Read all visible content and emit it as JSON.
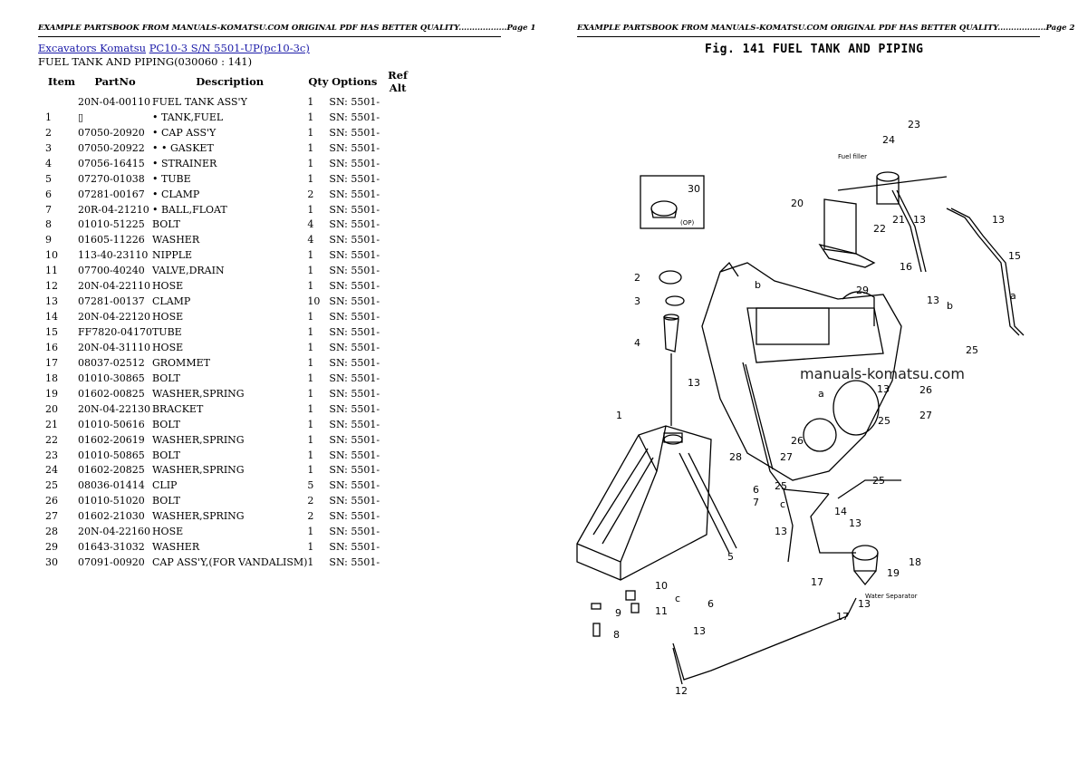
{
  "header": {
    "left_text": "EXAMPLE PARTSBOOK FROM MANUALS-KOMATSU.COM ORIGINAL PDF HAS BETTER QUALITY..................Page 1",
    "right_text": "EXAMPLE PARTSBOOK FROM MANUALS-KOMATSU.COM ORIGINAL PDF HAS BETTER QUALITY..................Page 2"
  },
  "breadcrumb": {
    "link1": "Excavators Komatsu",
    "link2": "PC10-3 S/N 5501-UP(pc10-3c)"
  },
  "subtitle": "FUEL TANK AND PIPING(030060 : 141)",
  "table": {
    "headers": [
      "Item",
      "PartNo",
      "Description",
      "Qty",
      "Options",
      "Ref Alt"
    ],
    "rows": [
      [
        "",
        "20N-04-00110",
        "FUEL TANK ASS'Y",
        "1",
        "SN: 5501-",
        ""
      ],
      [
        "1",
        "▯",
        "• TANK,FUEL",
        "1",
        "SN: 5501-",
        ""
      ],
      [
        "2",
        "07050-20920",
        "• CAP ASS'Y",
        "1",
        "SN: 5501-",
        ""
      ],
      [
        "3",
        "07050-20922",
        "• • GASKET",
        "1",
        "SN: 5501-",
        ""
      ],
      [
        "4",
        "07056-16415",
        "• STRAINER",
        "1",
        "SN: 5501-",
        ""
      ],
      [
        "5",
        "07270-01038",
        "• TUBE",
        "1",
        "SN: 5501-",
        ""
      ],
      [
        "6",
        "07281-00167",
        "• CLAMP",
        "2",
        "SN: 5501-",
        ""
      ],
      [
        "7",
        "20R-04-21210",
        "• BALL,FLOAT",
        "1",
        "SN: 5501-",
        ""
      ],
      [
        "8",
        "01010-51225",
        "BOLT",
        "4",
        "SN: 5501-",
        ""
      ],
      [
        "9",
        "01605-11226",
        "WASHER",
        "4",
        "SN: 5501-",
        ""
      ],
      [
        "10",
        "113-40-23110",
        "NIPPLE",
        "1",
        "SN: 5501-",
        ""
      ],
      [
        "11",
        "07700-40240",
        "VALVE,DRAIN",
        "1",
        "SN: 5501-",
        ""
      ],
      [
        "12",
        "20N-04-22110",
        "HOSE",
        "1",
        "SN: 5501-",
        ""
      ],
      [
        "13",
        "07281-00137",
        "CLAMP",
        "10",
        "SN: 5501-",
        ""
      ],
      [
        "14",
        "20N-04-22120",
        "HOSE",
        "1",
        "SN: 5501-",
        ""
      ],
      [
        "15",
        "FF7820-04170",
        "TUBE",
        "1",
        "SN: 5501-",
        ""
      ],
      [
        "16",
        "20N-04-31110",
        "HOSE",
        "1",
        "SN: 5501-",
        ""
      ],
      [
        "17",
        "08037-02512",
        "GROMMET",
        "1",
        "SN: 5501-",
        ""
      ],
      [
        "18",
        "01010-30865",
        "BOLT",
        "1",
        "SN: 5501-",
        ""
      ],
      [
        "19",
        "01602-00825",
        "WASHER,SPRING",
        "1",
        "SN: 5501-",
        ""
      ],
      [
        "20",
        "20N-04-22130",
        "BRACKET",
        "1",
        "SN: 5501-",
        ""
      ],
      [
        "21",
        "01010-50616",
        "BOLT",
        "1",
        "SN: 5501-",
        ""
      ],
      [
        "22",
        "01602-20619",
        "WASHER,SPRING",
        "1",
        "SN: 5501-",
        ""
      ],
      [
        "23",
        "01010-50865",
        "BOLT",
        "1",
        "SN: 5501-",
        ""
      ],
      [
        "24",
        "01602-20825",
        "WASHER,SPRING",
        "1",
        "SN: 5501-",
        ""
      ],
      [
        "25",
        "08036-01414",
        "CLIP",
        "5",
        "SN: 5501-",
        ""
      ],
      [
        "26",
        "01010-51020",
        "BOLT",
        "2",
        "SN: 5501-",
        ""
      ],
      [
        "27",
        "01602-21030",
        "WASHER,SPRING",
        "2",
        "SN: 5501-",
        ""
      ],
      [
        "28",
        "20N-04-22160",
        "HOSE",
        "1",
        "SN: 5501-",
        ""
      ],
      [
        "29",
        "01643-31032",
        "WASHER",
        "1",
        "SN: 5501-",
        ""
      ],
      [
        "30",
        "07091-00920",
        "CAP ASS'Y,(FOR VANDALISM)",
        "1",
        "SN: 5501-",
        ""
      ]
    ]
  },
  "figure": {
    "title": "Fig. 141   FUEL TANK AND PIPING",
    "watermark": "manuals-komatsu.com",
    "fuel_filler_label": "Fuel filler",
    "water_separator_label": "Water Separator",
    "op_label": "(OP)",
    "callouts": [
      "1",
      "2",
      "3",
      "4",
      "5",
      "6",
      "6",
      "7",
      "8",
      "9",
      "10",
      "11",
      "12",
      "13",
      "13",
      "13",
      "13",
      "13",
      "13",
      "13",
      "13",
      "13",
      "14",
      "15",
      "16",
      "17",
      "17",
      "18",
      "19",
      "20",
      "21",
      "22",
      "23",
      "24",
      "25",
      "25",
      "25",
      "25",
      "26",
      "26",
      "27",
      "27",
      "28",
      "29",
      "30",
      "a",
      "a",
      "b",
      "b",
      "c",
      "c"
    ]
  }
}
